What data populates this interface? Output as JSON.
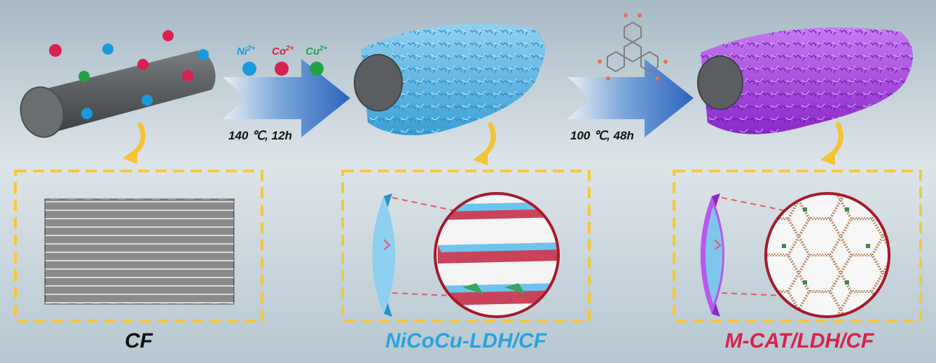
{
  "ions": {
    "ni": {
      "base": "Ni",
      "charge": "2+",
      "color": "#1a9ad8"
    },
    "co": {
      "base": "Co",
      "charge": "2+",
      "color": "#d8214f"
    },
    "cu": {
      "base": "Cu",
      "charge": "2+",
      "color": "#23a247"
    }
  },
  "conditions": {
    "step1": "140 ℃, 12h",
    "step2": "100 ℃,  48h"
  },
  "labels": {
    "cf": {
      "text": "CF",
      "color": "#111111"
    },
    "ldh": {
      "text": "NiCoCu-LDH/CF",
      "color": "#2aa3dc"
    },
    "mcat": {
      "text": "M-CAT/LDH/CF",
      "color": "#d8214f"
    }
  },
  "colors": {
    "background_top": "#9fb4c0",
    "background_bottom": "#dfe6ea",
    "fiber": "#5f6264",
    "ldh_sheets": "#5cb6e3",
    "mcat_sheets": "#a93fe6",
    "arrow": "#2e6fc4",
    "curve_arrow": "#f2c436",
    "dashed_box": "#f5c83a",
    "circle_frame": "#a8192a"
  }
}
